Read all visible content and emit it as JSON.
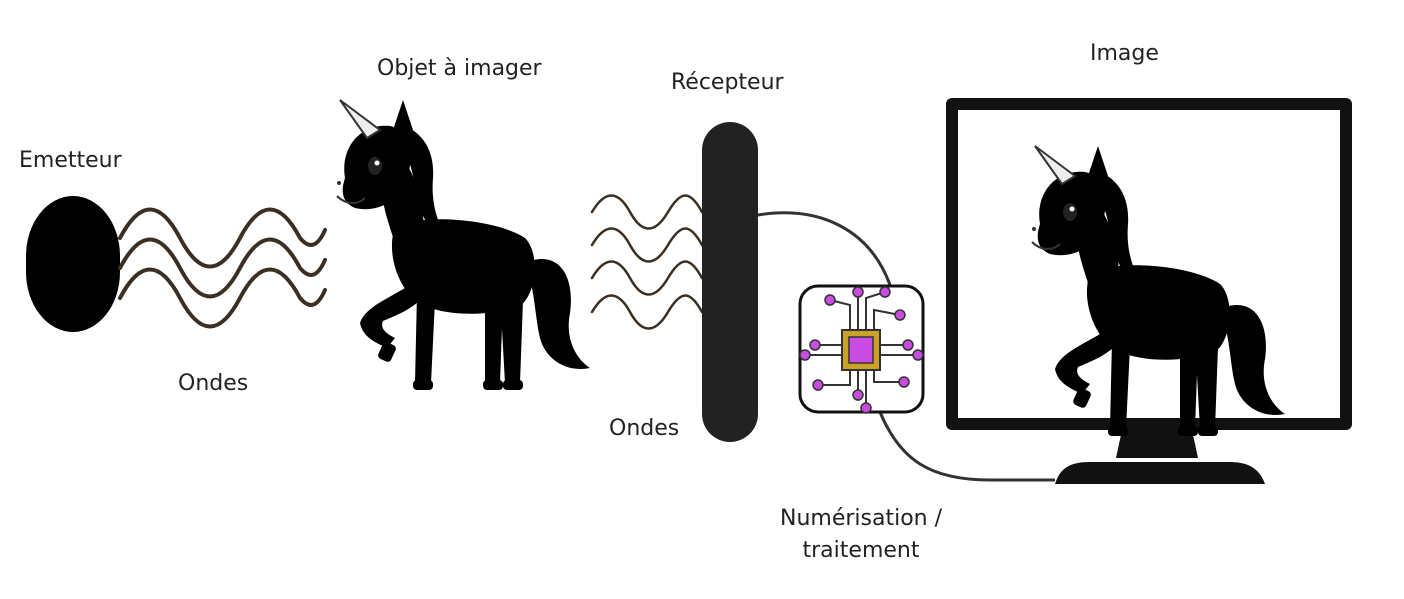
{
  "labels": {
    "emitter": "Emetteur",
    "waves_left": "Ondes",
    "object": "Objet à imager",
    "receiver": "Récepteur",
    "waves_right": "Ondes",
    "image": "Image",
    "processing_line1": "Numérisation /",
    "processing_line2": "traitement"
  },
  "icons": {
    "emitter": "emitter-shape",
    "object": "pink-unicorn",
    "receiver": "receiver-bar",
    "processor": "chip",
    "display": "monitor",
    "result": "gray-unicorn"
  },
  "colors": {
    "wave": "#3b2e22",
    "unicorn_body": "#f5c4e6",
    "unicorn_mane": "#b76cd8",
    "unicorn_tail": "#d24fd0",
    "chip_accent": "#c84ce0",
    "chip_gold": "#c9a227",
    "gray_body": "#a9ada9",
    "gray_mane": "#5d5f5f"
  }
}
